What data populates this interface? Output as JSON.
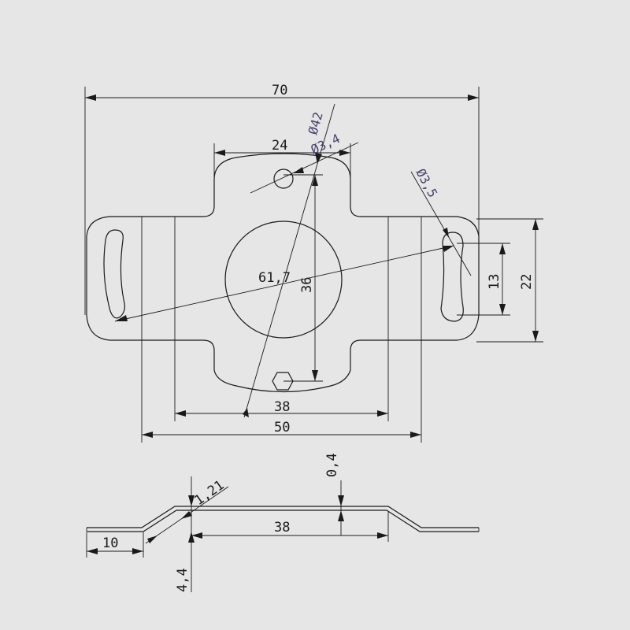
{
  "drawing": {
    "background": "#e6e6e6",
    "line_color": "#1a1a1a",
    "diameter_text_color": "#4a3f6b",
    "top_view": {
      "overall_width": "70",
      "center_top_width": "24",
      "hole_diameter": "Ø3,4",
      "circle_diameter": "Ø42",
      "slot_diameter": "Ø3,5",
      "diagonal": "61,7",
      "vertical": "36",
      "slot_length": "13",
      "side_height": "22",
      "inner_width": "38",
      "outer_width": "50"
    },
    "side_view": {
      "thickness": "0,4",
      "radius": "1,21",
      "flat_length": "38",
      "flange_length": "10",
      "height": "4,4"
    }
  }
}
